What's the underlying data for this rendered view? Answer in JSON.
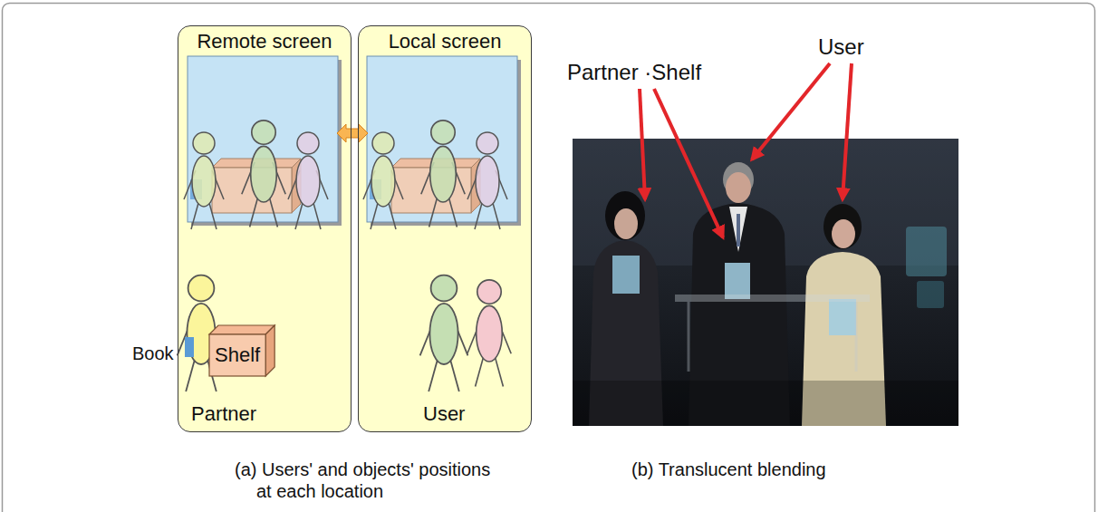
{
  "diagram": {
    "nodes": [
      {
        "text": [
          "Remote screen"
        ]
      },
      {
        "text": [
          "Shelf"
        ],
        "in": 0
      },
      {
        "text": [
          "Local screen"
        ]
      }
    ],
    "labels": [
      "Book",
      "Partner",
      "User",
      "Partner ·Shelf",
      "User",
      "(a) Users' and objects' positions at each location",
      "(b) Translucent blending"
    ]
  }
}
